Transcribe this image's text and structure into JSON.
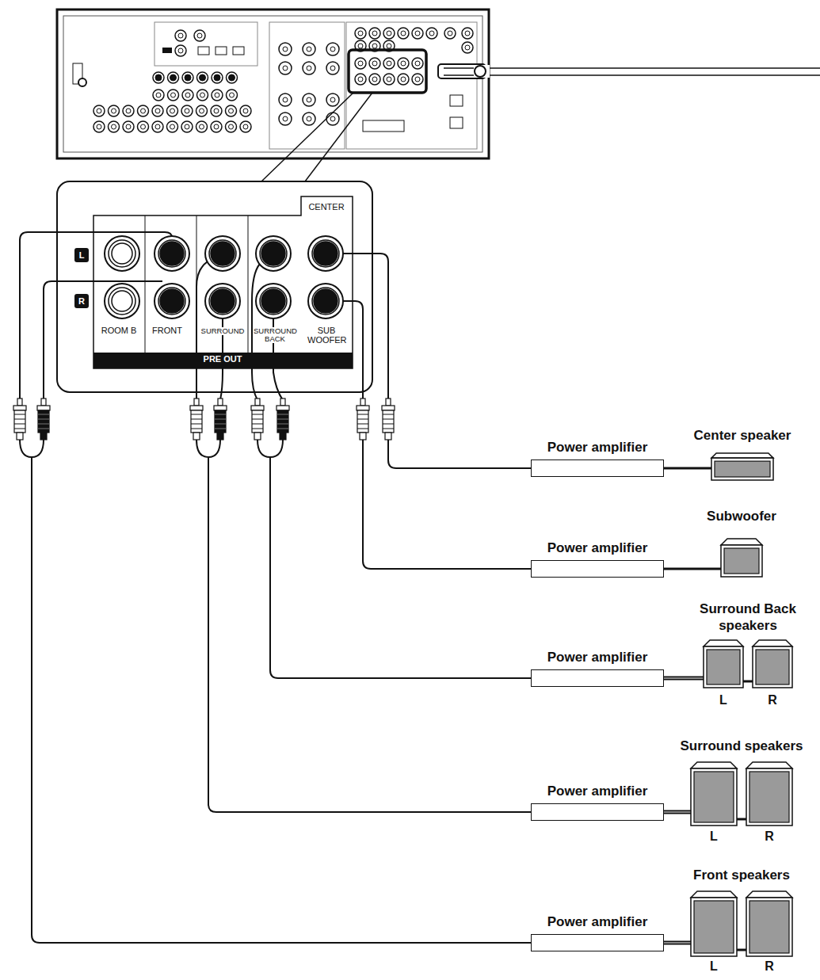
{
  "diagram": {
    "nodes": [
      {
        "text": [
          "Power amplifier"
        ]
      },
      {
        "text": [
          "Center speaker"
        ]
      },
      {
        "text": [
          "Power amplifier"
        ]
      },
      {
        "text": [
          "Subwoofer"
        ]
      },
      {
        "text": [
          "Power amplifier"
        ]
      },
      {
        "text": [
          "Surround Back speakers"
        ]
      },
      {
        "text": [
          "Power amplifier"
        ]
      },
      {
        "text": [
          "Surround speakers"
        ]
      },
      {
        "text": [
          "Power amplifier"
        ]
      },
      {
        "text": [
          "Front speakers"
        ]
      }
    ],
    "edges": [
      {
        "from": 0,
        "to": 1,
        "arrow": "none"
      },
      {
        "from": 2,
        "to": 3,
        "arrow": "none"
      },
      {
        "from": 4,
        "to": 5,
        "arrow": "none"
      },
      {
        "from": 6,
        "to": 7,
        "arrow": "none"
      },
      {
        "from": 8,
        "to": 9,
        "arrow": "none"
      }
    ],
    "labels": [
      "L",
      "R",
      "ROOM B",
      "FRONT",
      "SURROUND",
      "SURROUND BACK",
      "CENTER",
      "SUB WOOFER",
      "PRE OUT",
      "L",
      "R",
      "L",
      "R",
      "L",
      "R"
    ]
  }
}
